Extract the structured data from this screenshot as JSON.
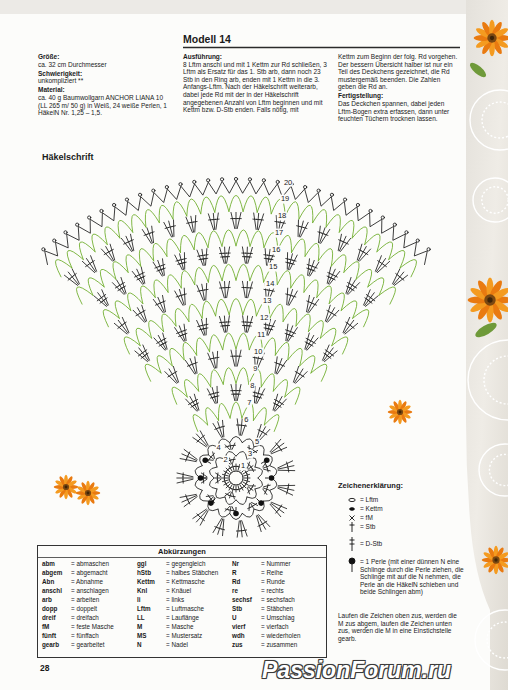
{
  "diagram": {
    "title": "Modell 14",
    "nodes": [
      {
        "text": [
          "Abkürzungen"
        ]
      }
    ],
    "labels": [
      "Größe:",
      "ca. 32 cm Durchmesser",
      "Schwierigkeit:",
      "unkompliziert **",
      "Material:",
      "ca. 40 g Baumwollgarn ANCHOR LIANA 10 (LL 265 m/ 50 g) in Weiß, 24 weiße Perlen, 1 HäkelN Nr. 1,25 – 1,5.",
      "Ausführung:",
      "8 Lftm anschl und mit 1 Kettm zur Rd schließen, 3 Lftm als Ersatz für das 1. Stb arb, dann noch 23 Stb in den Ring arb, enden mit 1 Kettm in die 3. Anfangs-Lftm. Nach der Häkelschrift weiterarb, dabei jede Rd mit der in der Häkelschrift angegebenen Anzahl von Lftm beginnen und mit Kettm bzw. D-Stb enden. Falls nötig, mit",
      "Kettm zum Beginn der folg. Rd vorgehen. Der bessern Übersicht halber ist nur ein Teil des Deckchens gezeichnet, die Rd mustergemäß beenden. Die Zahlen geben die Rd an.",
      "Fertigstellung:",
      "Das Deckchen spannen, dabei jeden Lftm-Bogen extra erfassen, dann unter feuchten Tüchern trocknen lassen.",
      "Häkelschrift",
      "20",
      "19",
      "18",
      "17",
      "16",
      "15",
      "14",
      "13",
      "12",
      "11",
      "10",
      "9",
      "8",
      "7",
      "6",
      "5",
      "4",
      "3",
      "2",
      "1",
      "Zeichenerklärung:",
      "Laufen die Zeichen oben zus, werden die M zus abgem, laufen die Zeichen unten zus, werden die M in eine Einstichstelle gearb.",
      "28",
      "PassionForum.ru",
      "abm",
      "= abmaschen",
      "abgem",
      "= abgemacht",
      "Abn",
      "= Abnahme",
      "anschl",
      "= anschlagen",
      "arb",
      "= arbeiten",
      "dopp",
      "= doppelt",
      "dreif",
      "= dreifach",
      "fM",
      "= feste Masche",
      "fünft",
      "= fünffach",
      "gearb",
      "= gearbeitet",
      "ggl",
      "= gegengleich",
      "hStb",
      "= halbes Stäbchen",
      "Kettm",
      "= Kettmasche",
      "Knl",
      "= Knäuel",
      "li",
      "= links",
      "Lftm",
      "= Luftmasche",
      "LL",
      "= Lauflänge",
      "M",
      "= Masche",
      "MS",
      "= Mustersatz",
      "N",
      "= Nadel",
      "Nr",
      "= Nummer",
      "R",
      "= Reihe",
      "Rd",
      "= Runde",
      "re",
      "= rechts",
      "sechsf",
      "= sechsfach",
      "Stb",
      "= Stäbchen",
      "U",
      "= Umschlag",
      "vierf",
      "= vierfach",
      "wdh",
      "= wiederholen",
      "zus",
      "= zusammen"
    ],
    "legend": [
      {
        "text": "= Lftm"
      },
      {
        "text": "= Kettm"
      },
      {
        "text": "= fM"
      },
      {
        "text": "= Stb"
      },
      {
        "text": "= D-Stb"
      },
      {
        "text": "= 1 Perle (mit einer dünnen N eine Schlinge durch die Perle ziehen, die Schlinge mit auf die N nehmen, die Perle an die HäkelN schieben und beide Schlingen abm)"
      }
    ]
  }
}
